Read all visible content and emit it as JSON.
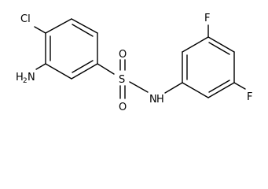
{
  "molecule": {
    "atoms": {
      "chlorine": "Cl",
      "amine_element": "H",
      "amine_subscript": "2",
      "amine_n": "N",
      "sulfur": "S",
      "oxygen_top": "O",
      "oxygen_bottom": "O",
      "sulfonamide_n": "N",
      "sulfonamide_h": "H",
      "fluorine_top": "F",
      "fluorine_bottom": "F"
    }
  }
}
